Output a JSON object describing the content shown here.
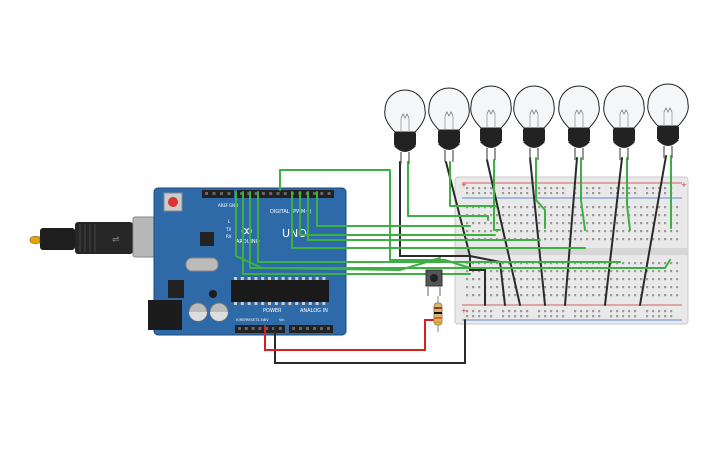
{
  "board": {
    "logo_text": "UNO",
    "brand_text": "ARDUINO",
    "digital_label": "DIGITAL (PWM~)",
    "power_label": "POWER",
    "analog_label": "ANALOG IN",
    "aref_label": "AREF",
    "gnd_label": "GND",
    "tx_label": "TX",
    "rx_label": "RX",
    "l_label": "L",
    "ioref_label": "IOREF",
    "reset_label": "RESET",
    "v33_label": "3.3V",
    "v5_label": "5V",
    "vin_label": "Vin"
  },
  "breadboard": {
    "plus_label": "+",
    "minus_label": "-"
  },
  "colors": {
    "board": "#2f6aa8",
    "board_dark": "#23527f",
    "wire_green": "#3cb043",
    "wire_red": "#d92020",
    "wire_black": "#2a2a2a",
    "breadboard": "#e8e8e8",
    "bulb_glass": "#f4f6f8",
    "bulb_base": "#222222"
  },
  "bulbs_count_label": "",
  "icons": {
    "usb": "usb-cable-icon",
    "bulb": "light-bulb-icon",
    "button": "push-button-icon",
    "resistor": "resistor-icon"
  }
}
